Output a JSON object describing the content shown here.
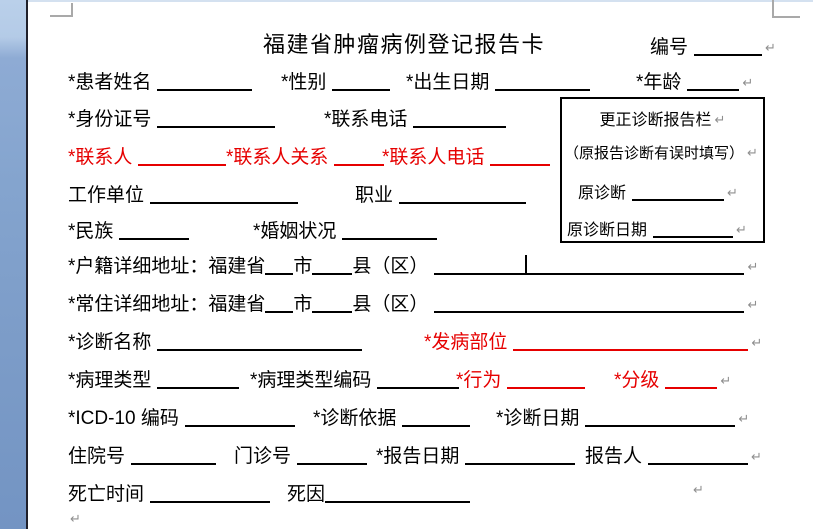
{
  "colors": {
    "required_red": "#e60000",
    "underline_black": "#000000"
  },
  "marks": {
    "pilcrow": "↵"
  },
  "header": {
    "title": "福建省肿瘤病例登记报告卡",
    "serial_label": "编号"
  },
  "fields": {
    "patient_name": "*患者姓名",
    "gender": "*性别",
    "birth_date": "*出生日期",
    "age": "*年龄",
    "id_number": "*身份证号",
    "phone": "*联系电话",
    "contact": "*联系人",
    "contact_relation": "*联系人关系",
    "contact_phone": "*联系人电话",
    "work_unit": "工作单位",
    "occupation": "职业",
    "ethnicity": "*民族",
    "marital_status": "*婚姻状况",
    "registered_address_prefix": "*户籍详细地址：福建省",
    "resident_address_prefix": "*常住详细地址：福建省",
    "city_suffix": "市",
    "county_suffix": "县（区）",
    "diagnosis_name": "*诊断名称",
    "onset_site": "*发病部位",
    "pathology_type": "*病理类型",
    "pathology_code": "*病理类型编码",
    "behavior": "*行为",
    "grade": "*分级",
    "icd10_code": "*ICD-10 编码",
    "diagnosis_basis": "*诊断依据",
    "diagnosis_date": "*诊断日期",
    "inpatient_no": "住院号",
    "outpatient_no": "门诊号",
    "report_date": "*报告日期",
    "reporter": "报告人",
    "death_time": "死亡时间",
    "death_cause": "死因"
  },
  "correction_box": {
    "title": "更正诊断报告栏",
    "note": "（原报告诊断有误时填写）",
    "original_diagnosis": "原诊断",
    "original_diagnosis_date": "原诊断日期"
  }
}
